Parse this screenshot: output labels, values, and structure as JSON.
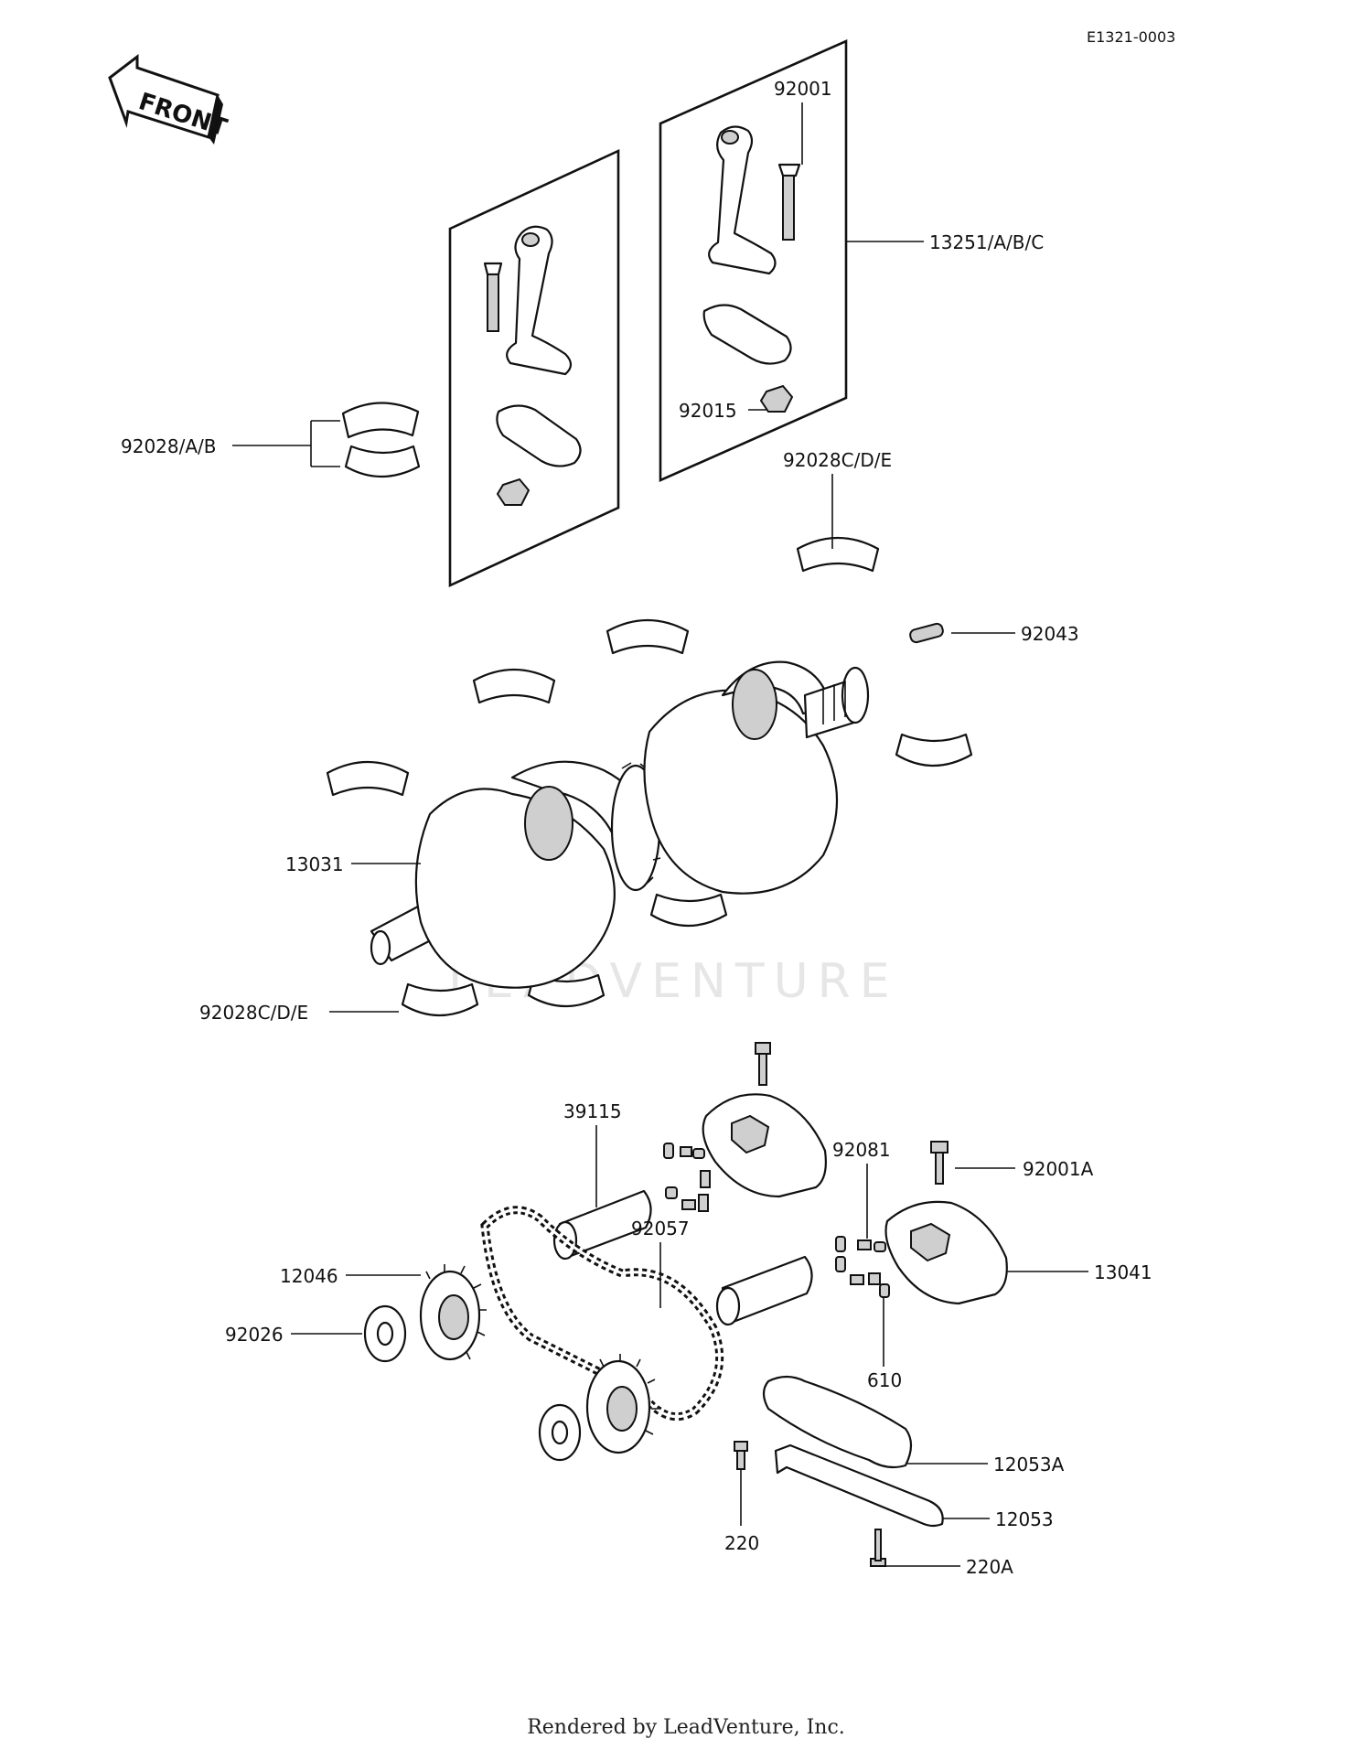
{
  "figure_id": "E1321-0003",
  "front_label": "FRONT",
  "watermark": "LEADVENTURE",
  "footer": "Rendered by LeadVenture, Inc.",
  "callouts": {
    "c92001": "92001",
    "c13251": "13251/A/B/C",
    "c92028ab": "92028/A/B",
    "c92015": "92015",
    "c92028cde_top": "92028C/D/E",
    "c92043": "92043",
    "c13031": "13031",
    "c92028cde_bottom": "92028C/D/E",
    "c39115": "39115",
    "c92081": "92081",
    "c92001A": "92001A",
    "c92057": "92057",
    "c12046": "12046",
    "c13041": "13041",
    "c92026": "92026",
    "c610": "610",
    "c12053A": "12053A",
    "c12053": "12053",
    "c220": "220",
    "c220A": "220A"
  }
}
